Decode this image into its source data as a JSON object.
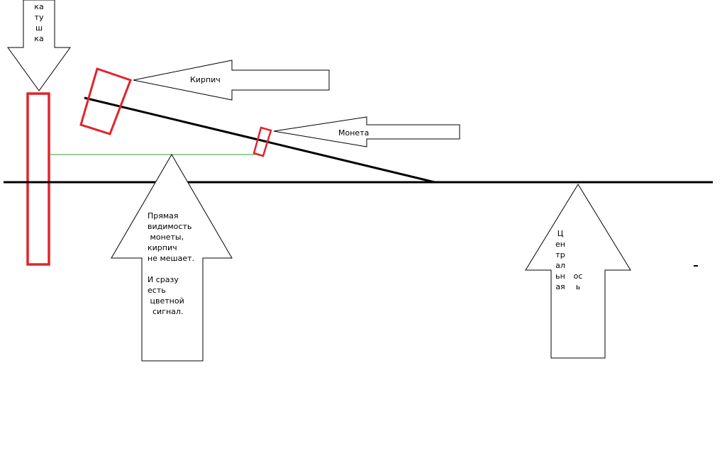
{
  "labels": {
    "coil": "катушка",
    "brick": "Кирпич",
    "coin": "Монета",
    "line_of_sight": "Прямая\nвидимость\n монеты,\nкирпич\nне мешает.\n\nИ сразу\nесть\n цветной\n  сигнал.",
    "central_axis_word1": "Центральная",
    "central_axis_word2": "ось"
  },
  "colors": {
    "red": "#e0242a",
    "green": "#3a9a3a",
    "black": "#000000"
  }
}
